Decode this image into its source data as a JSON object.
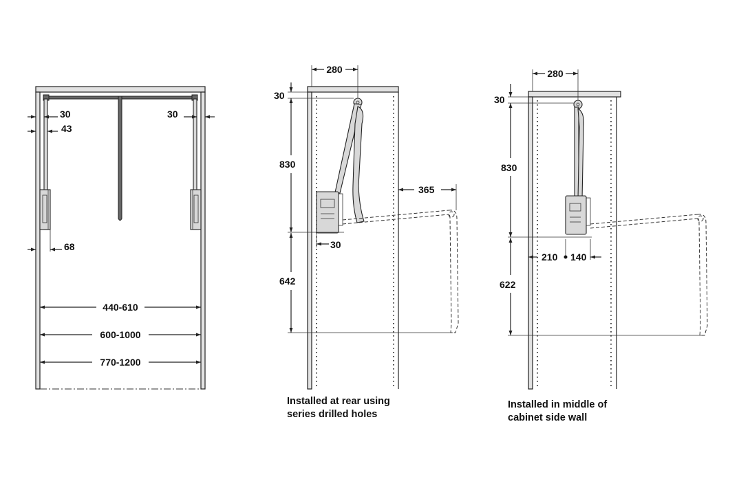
{
  "front_view": {
    "dim_30_left": "30",
    "dim_43": "43",
    "dim_30_right": "30",
    "dim_68": "68",
    "dim_440_610": "440-610",
    "dim_600_1000": "600-1000",
    "dim_770_1200": "770-1200"
  },
  "rear_view": {
    "dim_280": "280",
    "dim_30_top": "30",
    "dim_830": "830",
    "dim_365": "365",
    "dim_30_bottom": "30",
    "dim_642": "642",
    "caption_line1": "Installed at rear using",
    "caption_line2": "series drilled holes"
  },
  "middle_view": {
    "dim_280": "280",
    "dim_30_top": "30",
    "dim_830": "830",
    "dim_210": "210",
    "dim_140": "140",
    "dim_622": "622",
    "caption_line1": "Installed in middle of",
    "caption_line2": "cabinet side wall"
  }
}
